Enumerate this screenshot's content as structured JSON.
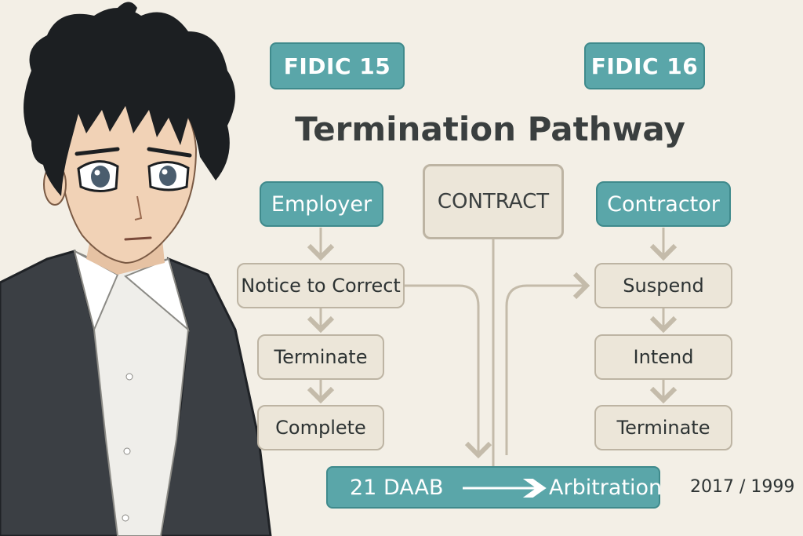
{
  "tags": {
    "left": "FIDIC 15",
    "right": "FIDIC 16"
  },
  "title": "Termination Pathway",
  "contract": "CONTRACT",
  "employer": {
    "header": "Employer",
    "steps": [
      "Notice to Correct",
      "Terminate",
      "Complete"
    ]
  },
  "contractor": {
    "header": "Contractor",
    "steps": [
      "Suspend",
      "Intend",
      "Terminate"
    ]
  },
  "bottom": {
    "left": "21 DAAB",
    "right": "Arbitration"
  },
  "years": "2017 / 1999",
  "colors": {
    "background": "#f3efe6",
    "teal": "#5aa6a9",
    "beige_box": "#ece6d9",
    "connector": "#c4bbaa"
  }
}
